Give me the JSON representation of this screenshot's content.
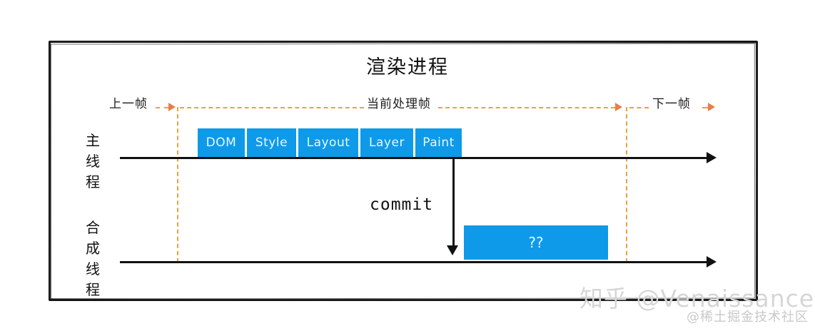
{
  "diagram": {
    "title": "渲染进程",
    "timeline": {
      "previous_frame": "上一帧",
      "current_frame": "当前处理帧",
      "next_frame": "下一帧",
      "boundary_color": "#e8a33d",
      "arrow_color": "#e8803d"
    },
    "threads": [
      {
        "id": "main-thread",
        "label_chars": [
          "主",
          "线",
          "程"
        ],
        "label": "主线程"
      },
      {
        "id": "compositor-thread",
        "label_chars": [
          "合",
          "成",
          "线",
          "程"
        ],
        "label": "合成线程"
      }
    ],
    "pipeline": {
      "accent_color": "#0e9ae8",
      "stages": [
        {
          "label": "DOM",
          "width": 66
        },
        {
          "label": "Style",
          "width": 69
        },
        {
          "label": "Layout",
          "width": 84
        },
        {
          "label": "Layer",
          "width": 74
        },
        {
          "label": "Paint",
          "width": 65
        }
      ]
    },
    "commit": {
      "label": "commit"
    },
    "compositor_task": {
      "label": "??"
    },
    "watermarks": {
      "primary": "知乎 @Venaissance",
      "secondary": "@稀土掘金技术社区"
    }
  }
}
